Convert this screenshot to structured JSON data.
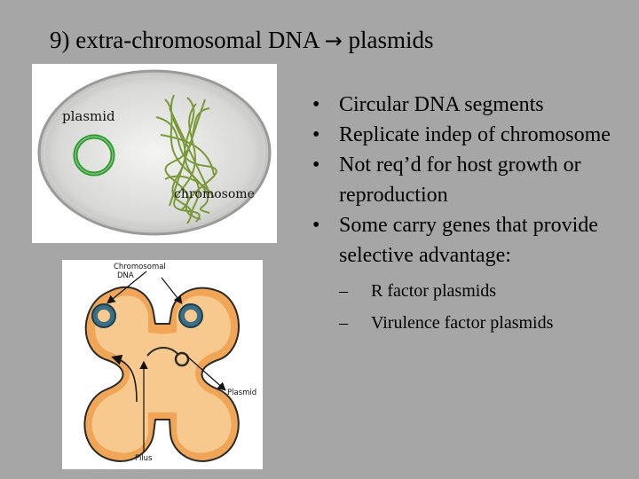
{
  "slide": {
    "title_prefix": "9) extra-chromosomal DNA",
    "title_arrow": "→",
    "title_suffix": "plasmids"
  },
  "figure_top": {
    "label_plasmid": "plasmid",
    "label_chromosome": "chromosome"
  },
  "figure_bottom": {
    "label_chromosomal": "Chromosomal",
    "label_dna": "DNA",
    "label_plasmid": "Plasmid",
    "label_pilus": "Pilus"
  },
  "bullets": [
    {
      "text": "Circular DNA segments"
    },
    {
      "text": "Replicate indep of chromosome"
    },
    {
      "text": "Not req’d for host growth or reproduction"
    },
    {
      "text": "Some carry genes that provide selective advantage:"
    }
  ],
  "sub_bullets": [
    {
      "text": "R factor plasmids"
    },
    {
      "text": "Virulence factor plasmids"
    }
  ],
  "glyphs": {
    "bullet": "•",
    "dash": "–"
  }
}
